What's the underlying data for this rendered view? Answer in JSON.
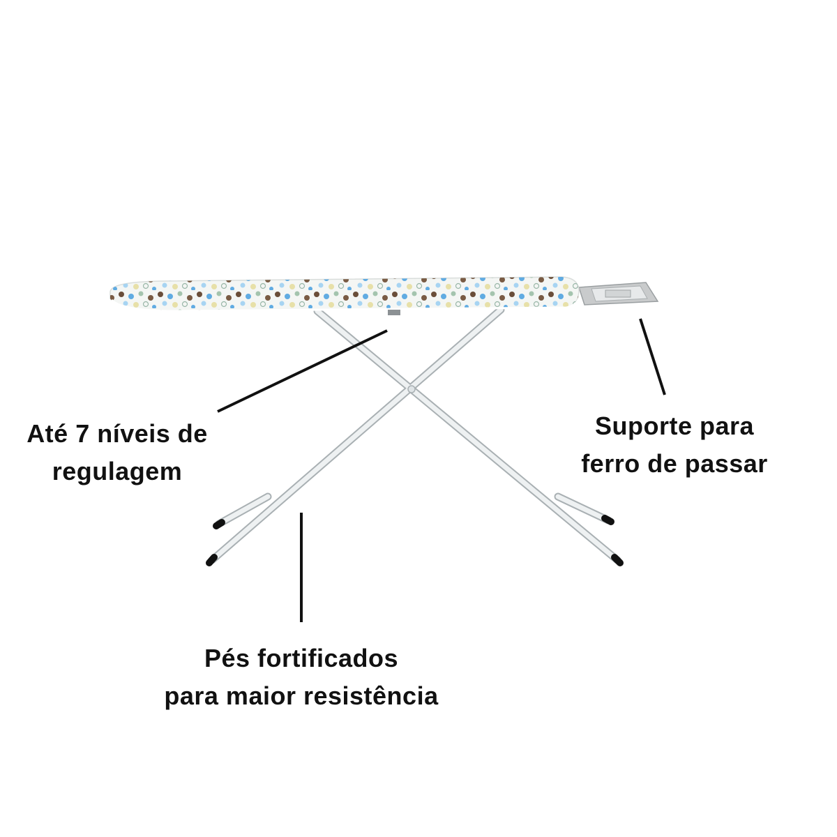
{
  "callouts": {
    "adjustment": {
      "line1": "Até 7 níveis de",
      "line2": "regulagem"
    },
    "iron_rest": {
      "line1": "Suporte para",
      "line2": "ferro de passar"
    },
    "feet": {
      "line1": "Pés fortificados",
      "line2": "para maior resistência"
    }
  },
  "colors": {
    "background": "#ffffff",
    "text": "#111111",
    "callout_line": "#111111",
    "board_cover_base": "#f4f6f4",
    "frame": "#eef1f2",
    "foot_caps": "#111111"
  }
}
